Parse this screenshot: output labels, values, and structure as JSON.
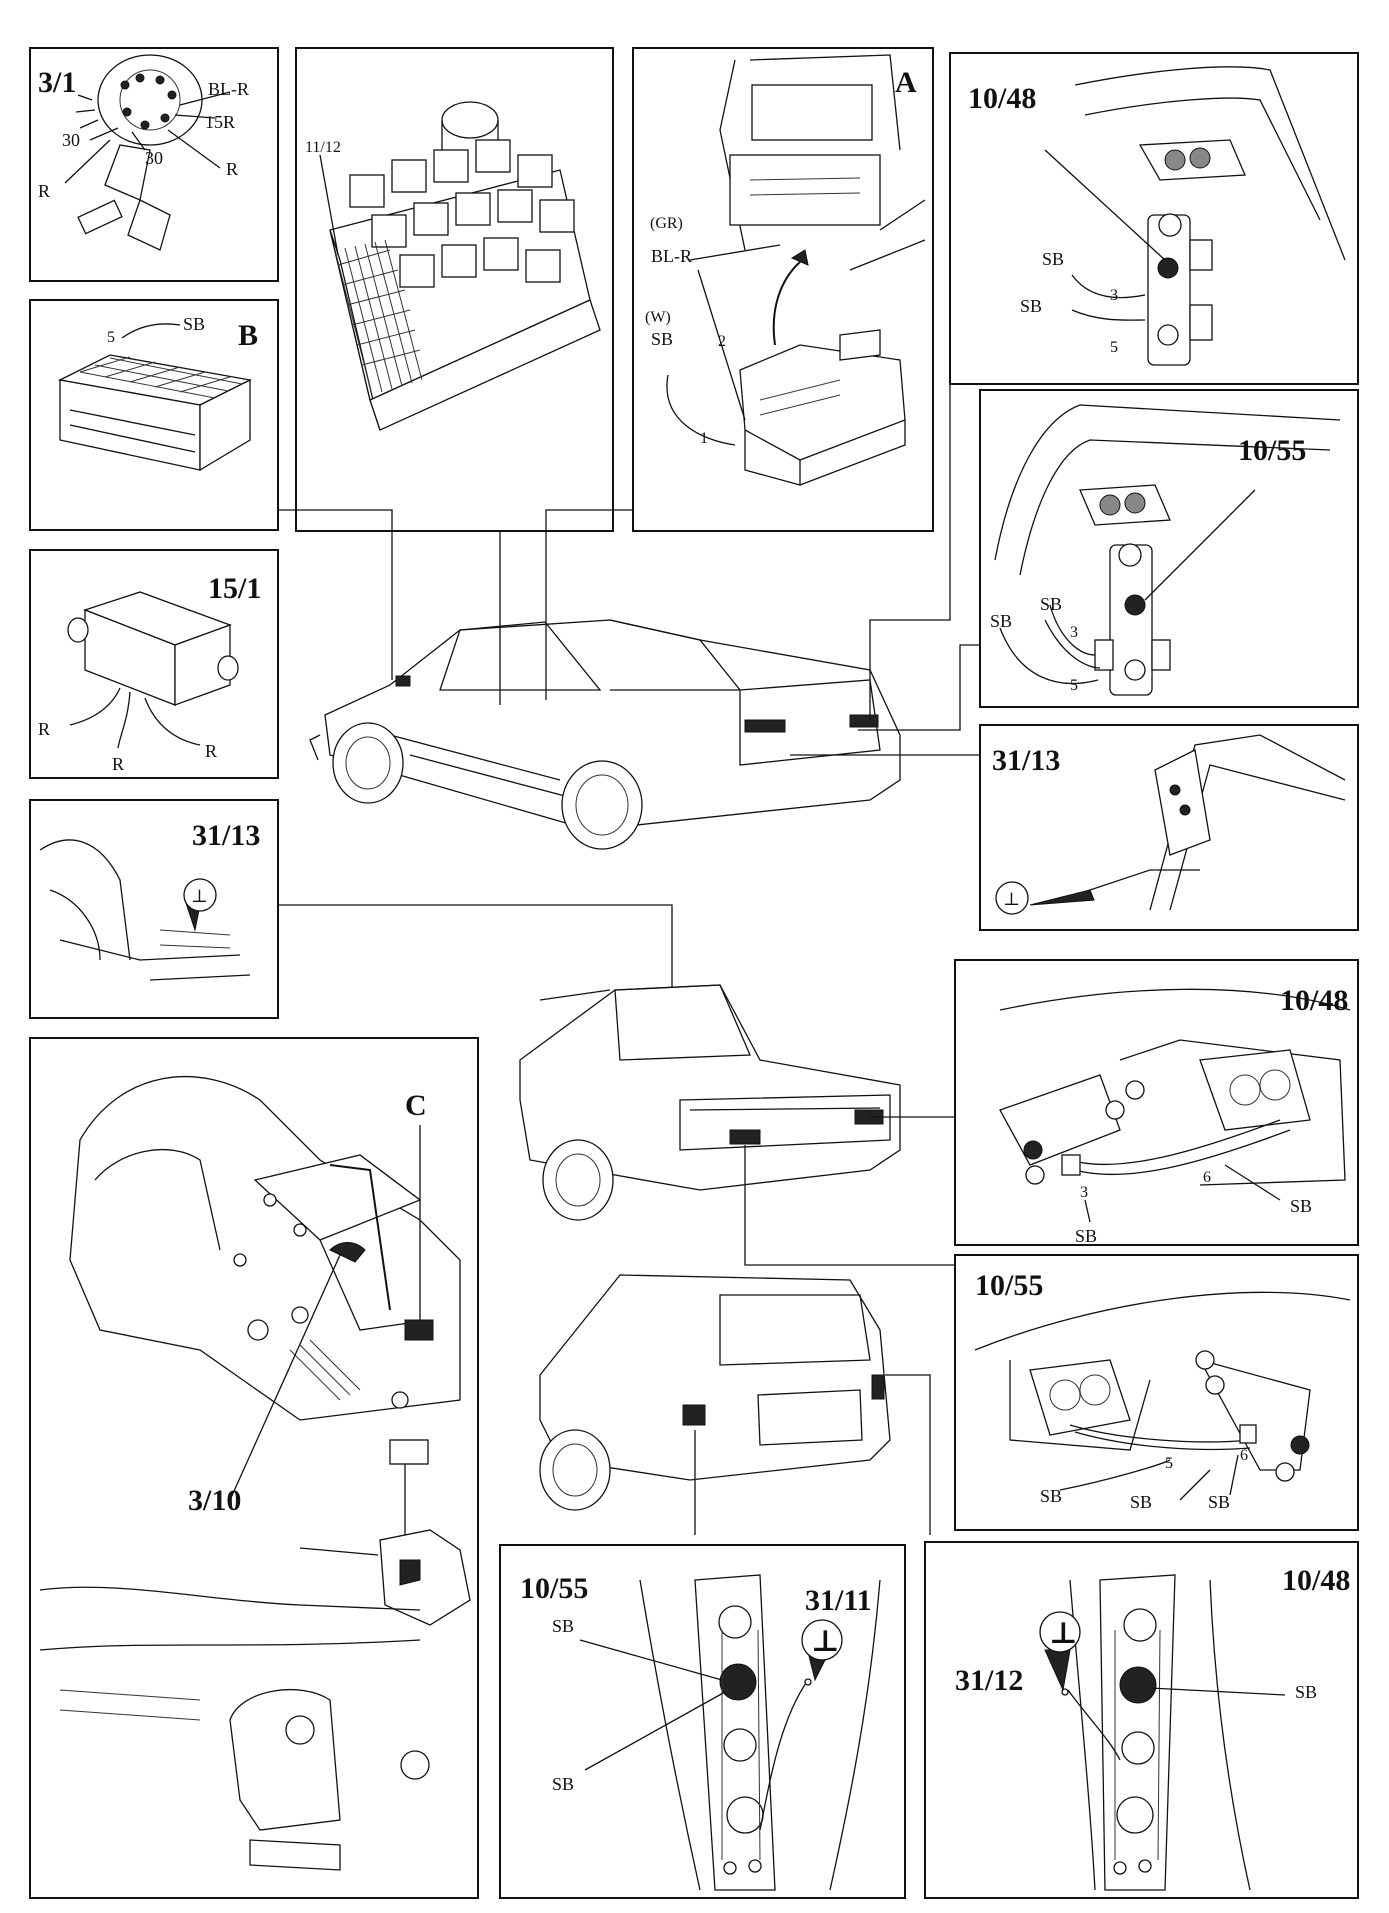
{
  "panels": {
    "p3_1": {
      "title": "3/1",
      "labels": [
        "BL-R",
        "15R",
        "30",
        "30",
        "R",
        "R"
      ]
    },
    "relay": {
      "labels": [
        "11/12"
      ]
    },
    "pA": {
      "title": "A",
      "labels": [
        "(GR)",
        "BL-R",
        "(W)",
        "SB",
        "2",
        "1"
      ]
    },
    "p10_48_top": {
      "title": "10/48",
      "labels": [
        "SB",
        "3",
        "SB",
        "5"
      ]
    },
    "pB": {
      "title": "B",
      "labels": [
        "5",
        "SB"
      ]
    },
    "p10_55_top": {
      "title": "10/55",
      "labels": [
        "SB",
        "SB",
        "3",
        "5"
      ]
    },
    "p15_1": {
      "title": "15/1",
      "labels": [
        "R",
        "R",
        "R"
      ]
    },
    "p31_13_right": {
      "title": "31/13"
    },
    "p31_13_left": {
      "title": "31/13"
    },
    "p10_48_mid": {
      "title": "10/48",
      "labels": [
        "3",
        "6",
        "SB",
        "SB"
      ]
    },
    "pC": {
      "title": "C",
      "labels": [
        "3/10"
      ]
    },
    "p10_55_mid": {
      "title": "10/55",
      "labels": [
        "5",
        "6",
        "SB",
        "SB",
        "SB"
      ]
    },
    "p10_55_bot": {
      "title": "10/55",
      "labels": [
        "31/11",
        "SB",
        "SB"
      ]
    },
    "p10_48_bot": {
      "title": "10/48",
      "labels": [
        "31/12",
        "SB"
      ]
    }
  },
  "symbols": {
    "ground": "⊥"
  }
}
